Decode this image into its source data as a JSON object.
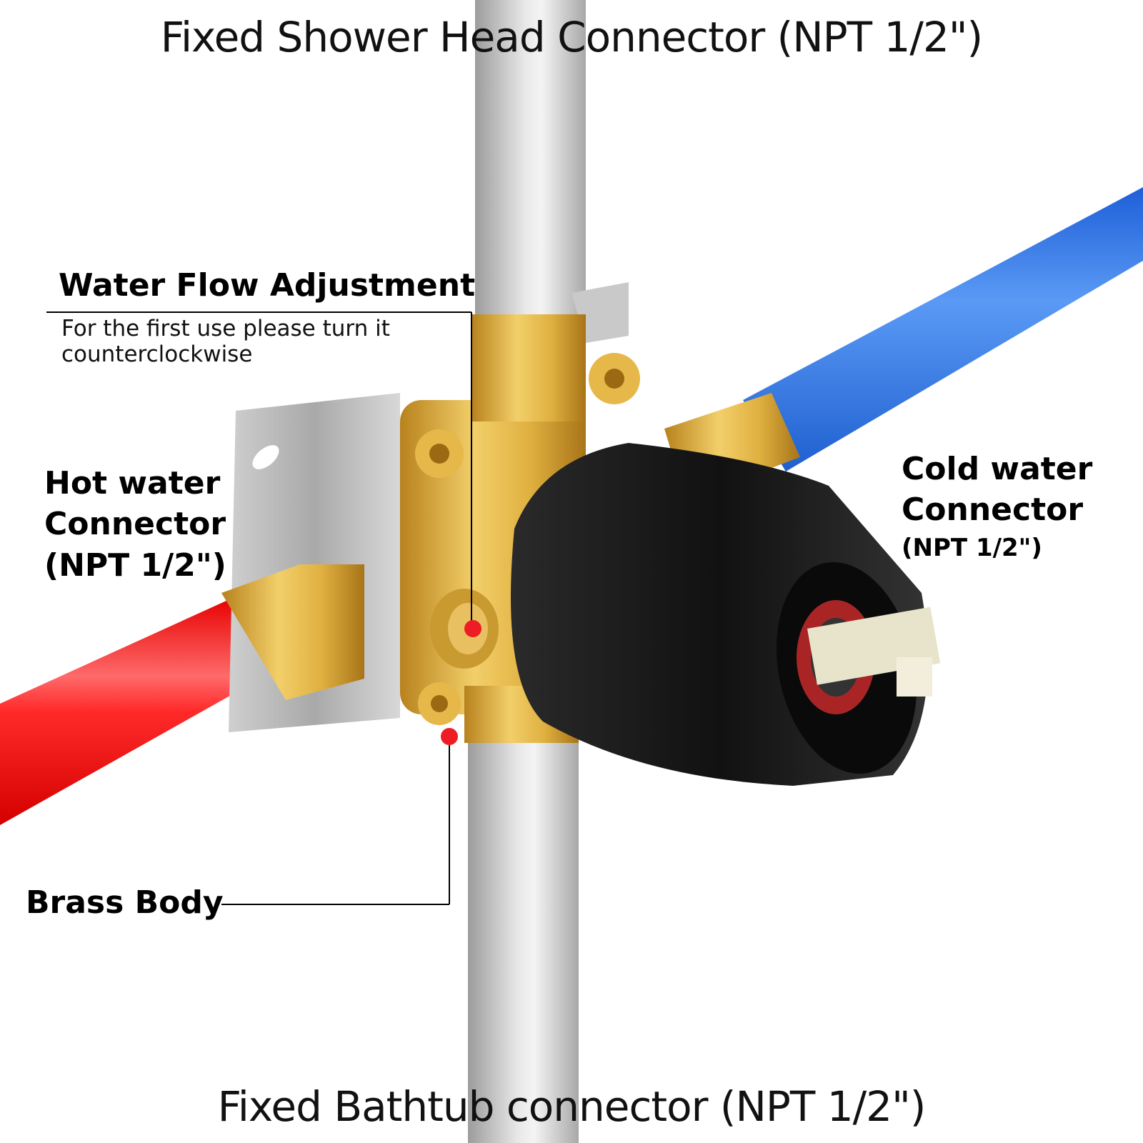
{
  "diagram": {
    "subject": "Shower mixing valve rough-in with connectors",
    "title_top": "Fixed Shower Head Connector (NPT 1/2\")",
    "title_bottom": "Fixed Bathtub connector (NPT 1/2\")",
    "callouts": {
      "water_flow": {
        "heading": "Water Flow Adjustment",
        "line1": "For the first use please turn it",
        "line2": "counterclockwise"
      },
      "hot_water": {
        "line1": "Hot water",
        "line2": "Connector",
        "line3": "(NPT 1/2\")"
      },
      "cold_water": {
        "line1": "Cold water",
        "line2": "Connector",
        "line3": "(NPT 1/2\")"
      },
      "brass_body": {
        "label": "Brass Body"
      }
    },
    "colors": {
      "hot_pipe": "#ff1a1a",
      "cold_pipe": "#2a6fe8",
      "main_pipe": "#c8c8c8",
      "brass": "#d9a935",
      "cap": "#151515",
      "marker": "#ee1c24",
      "bracket": "#b8b8b8"
    }
  }
}
